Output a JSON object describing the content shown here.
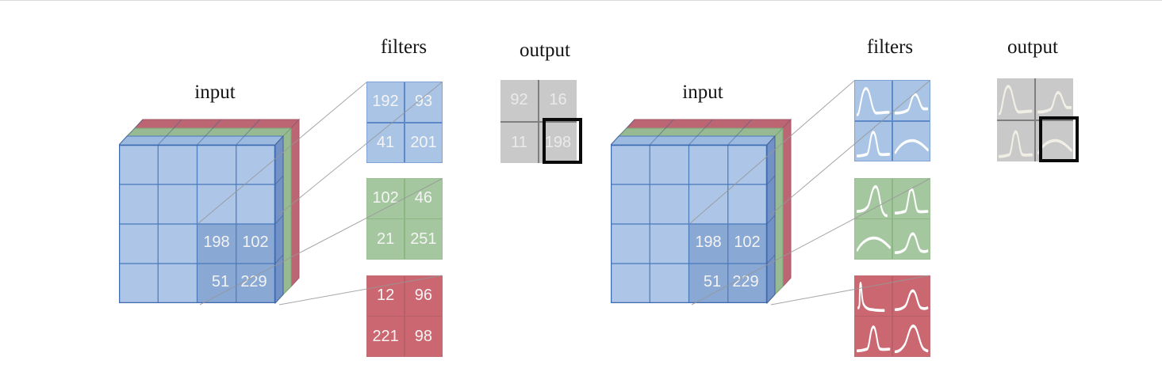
{
  "diagrams": [
    {
      "id": "numeric-convolution",
      "input_label": "input",
      "filters_label": "filters",
      "output_label": "output",
      "input_patch": [
        "198",
        "102",
        "51",
        "229"
      ],
      "filters": [
        {
          "channel": "blue",
          "cells": [
            "192",
            "93",
            "41",
            "201"
          ]
        },
        {
          "channel": "green",
          "cells": [
            "102",
            "46",
            "21",
            "251"
          ]
        },
        {
          "channel": "red",
          "cells": [
            "12",
            "96",
            "221",
            "98"
          ]
        }
      ],
      "output": {
        "cells": [
          "92",
          "16",
          "11",
          "198"
        ],
        "highlighted_cell": "198",
        "highlighted_index": 3
      }
    },
    {
      "id": "distribution-convolution",
      "input_label": "input",
      "filters_label": "filters",
      "output_label": "output",
      "input_patch": [
        "198",
        "102",
        "51",
        "229"
      ],
      "filters": [
        {
          "channel": "blue",
          "cells": [
            "bell_left",
            "bell_small",
            "bell_narrow",
            "bell_wide"
          ]
        },
        {
          "channel": "green",
          "cells": [
            "bell_rise",
            "bell_narrow",
            "bell_wide",
            "bell_mid"
          ]
        },
        {
          "channel": "red",
          "cells": [
            "spike",
            "bell_mid",
            "bell_narrow",
            "bell_large"
          ]
        }
      ],
      "output": {
        "cells": [
          "bell_left",
          "bell_small",
          "bell_narrow",
          "bell_wide"
        ],
        "highlighted_cell": "bell_wide",
        "highlighted_index": 3
      }
    }
  ],
  "colors": {
    "input_cell": "#adc5e6",
    "input_cell_highlight": "#8aa8d4",
    "cube_stroke": "#4a79bb",
    "layer_blue_side": "#7292c7",
    "layer_green": "#98ba92",
    "layer_red": "#bd6673",
    "filter_blue": "#a9c4e4",
    "filter_green": "#a5c79f",
    "filter_red": "#cb6770",
    "output_gray": "#c9c9c9",
    "highlight_border": "#0a0a0a",
    "connector_line": "#979797",
    "curve_stroke": "#fdfdfd",
    "number_text": "#f3f3f3",
    "label_text": "#141414"
  }
}
